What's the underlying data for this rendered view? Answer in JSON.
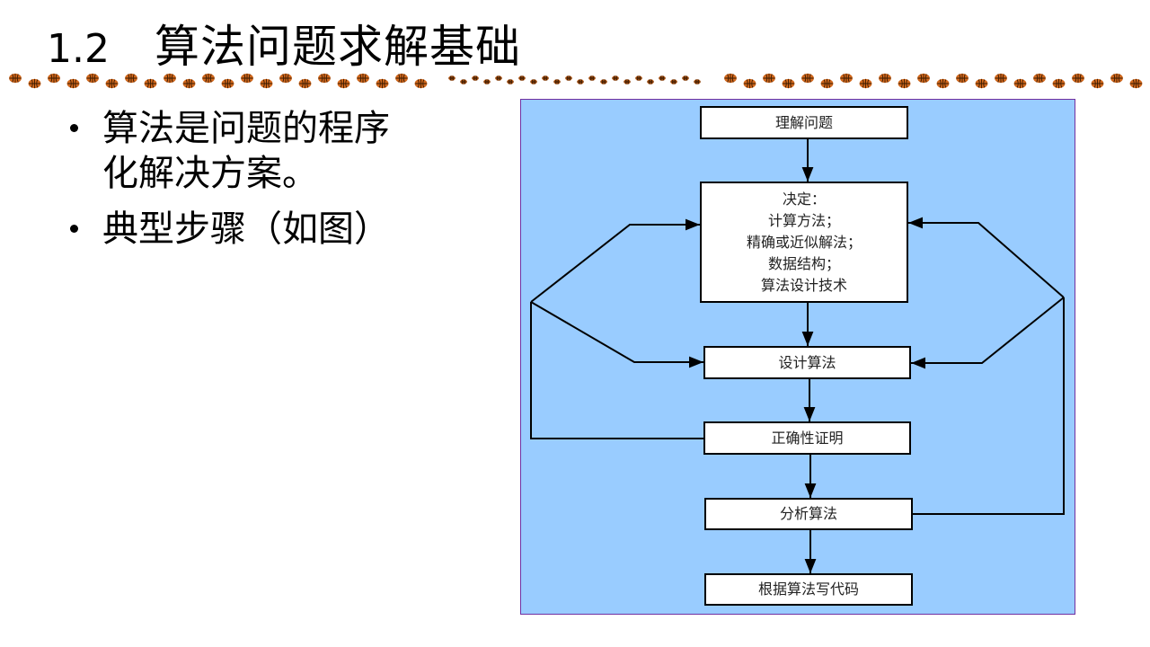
{
  "slide": {
    "title_number": "1.2",
    "title_text": "算法问题求解基础",
    "bullets": [
      {
        "lines": [
          "算法是问题的程序",
          "化解决方案。"
        ]
      },
      {
        "lines": [
          "典型步骤（如图）"
        ]
      }
    ]
  },
  "decoration": {
    "icon": "basketball-icon",
    "ball_color": "#d2691e",
    "seam_color": "#3a1a00"
  },
  "diagram": {
    "background": "#99ccff",
    "border_color": "#7030a0",
    "nodes": [
      {
        "id": "understand",
        "lines": [
          "理解问题"
        ]
      },
      {
        "id": "decide",
        "lines": [
          "决定：",
          "计算方法；",
          "精确或近似解法；",
          "数据结构；",
          "算法设计技术"
        ]
      },
      {
        "id": "design",
        "lines": [
          "设计算法"
        ]
      },
      {
        "id": "prove",
        "lines": [
          "正确性证明"
        ]
      },
      {
        "id": "analyze",
        "lines": [
          "分析算法"
        ]
      },
      {
        "id": "code",
        "lines": [
          "根据算法写代码"
        ]
      }
    ],
    "edges": [
      {
        "from": "understand",
        "to": "decide"
      },
      {
        "from": "decide",
        "to": "design"
      },
      {
        "from": "design",
        "to": "prove"
      },
      {
        "from": "prove",
        "to": "analyze"
      },
      {
        "from": "analyze",
        "to": "code"
      },
      {
        "from": "prove",
        "to": "decide",
        "type": "feedback-left"
      },
      {
        "from": "prove",
        "to": "design",
        "type": "feedback-left"
      },
      {
        "from": "analyze",
        "to": "decide",
        "type": "feedback-right"
      },
      {
        "from": "analyze",
        "to": "design",
        "type": "feedback-right"
      }
    ]
  }
}
